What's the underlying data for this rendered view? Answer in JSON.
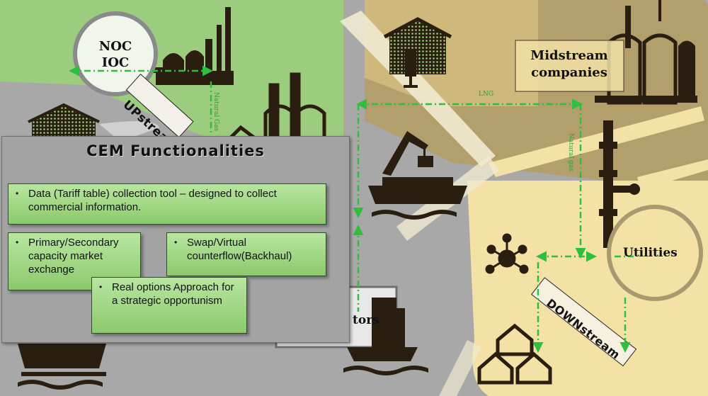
{
  "nodes": {
    "noc_ioc": [
      "NOC",
      "IOC"
    ],
    "midstream": [
      "Midstream",
      "companies"
    ],
    "utilities": "Utilities",
    "upstream": "UPstream",
    "downstream": "DOWNstream",
    "operators_fragment": "tors"
  },
  "flows": {
    "lng": "LNG",
    "natural_gas_upstream": "Natural Gas",
    "natural_gas_midstream": "Natural gas"
  },
  "cem": {
    "title": "CEM Functionalities",
    "items": [
      "Data (Tariff table) collection tool – designed to collect commercial information.",
      "Primary/Secondary capacity market exchange",
      "Swap/Virtual counterflow(Backhaul)",
      "Real options Approach for a strategic opportunism"
    ]
  },
  "colors": {
    "upstream_green": "#9ccc7e",
    "midstream_tan": "#b39f6c",
    "downstream_cream": "#f3e1a6",
    "flow_green": "#2fbf3f",
    "icon_dark": "#2a1e10"
  },
  "icons": [
    "refinery-icon",
    "storage-tanks-icon",
    "warehouse-icon",
    "ship-icon",
    "crane-icon",
    "house-icon",
    "network-hub-icon",
    "pipeline-valve-icon"
  ]
}
